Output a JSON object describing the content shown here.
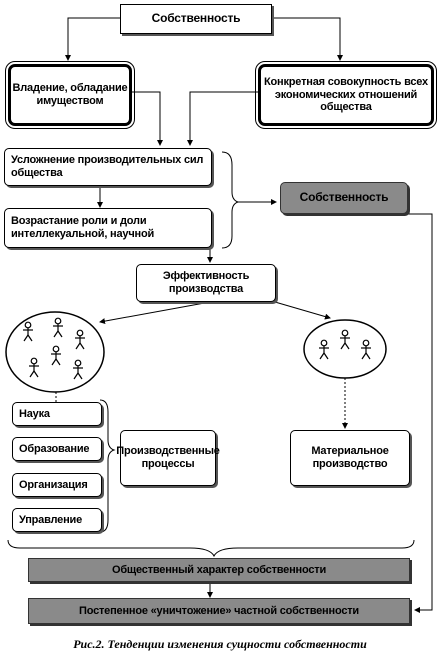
{
  "title": "Собственность",
  "ownership_box": "Владение, обладание имуществом",
  "relations_box": "Конкретная совокупность всех экономических отношений общества",
  "complexity_box": "Усложнение производительных сил общества",
  "role_box": "Возрастание роли и доли интеллекуальной, научной",
  "property_right_box": "Собственность",
  "efficiency_box": "Эффективность производства",
  "side_items": [
    "Наука",
    "Образование",
    "Организация",
    "Управление"
  ],
  "production_processes_box": "Производственные процессы",
  "material_production_box": "Материальное производство",
  "social_character_box": "Общественный характер собственности",
  "elimination_box": "Постепенное «уничтожение» частной собственности",
  "caption": "Рис.2.  Тенденции изменения сущности собственности"
}
